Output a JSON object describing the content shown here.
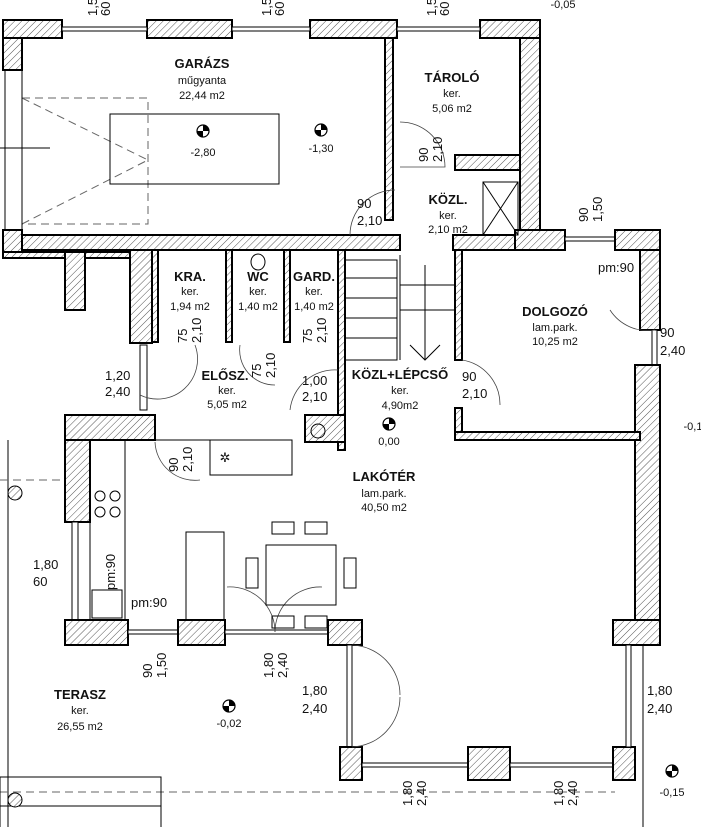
{
  "rooms": {
    "garazs": {
      "name": "GARÁZS",
      "floor": "műgyanta",
      "area": "22,44 m2"
    },
    "tarolo": {
      "name": "TÁROLÓ",
      "floor": "ker.",
      "area": "5,06 m2"
    },
    "kozl": {
      "name": "KÖZL.",
      "floor": "ker.",
      "area": "2,10 m2"
    },
    "kra": {
      "name": "KRA.",
      "floor": "ker.",
      "area": "1,94 m2"
    },
    "wc": {
      "name": "WC",
      "floor": "ker.",
      "area": "1,40 m2"
    },
    "gard": {
      "name": "GARD.",
      "floor": "ker.",
      "area": "1,40 m2"
    },
    "dolgozo": {
      "name": "DOLGOZÓ",
      "floor": "lam.park.",
      "area": "10,25 m2"
    },
    "elosz": {
      "name": "ELŐSZ.",
      "floor": "ker.",
      "area": "5,05 m2"
    },
    "kozl_lepcso": {
      "name": "KÖZL+LÉPCSŐ",
      "floor": "ker.",
      "area": "4,90m2"
    },
    "lakoter": {
      "name": "LAKÓTÉR",
      "floor": "lam.park.",
      "area": "40,50 m2"
    },
    "terasz": {
      "name": "TERASZ",
      "floor": "ker.",
      "area": "26,55 m2"
    }
  },
  "parapets": [
    "pm:90",
    "pm:90",
    "pm:90"
  ],
  "levels": [
    "-2,80",
    "-1,30",
    "0,00",
    "-0,02",
    "-0,15",
    "-0,05",
    "-0,1"
  ],
  "openings": {
    "top_win_1": [
      "1,5",
      "60"
    ],
    "top_win_2": [
      "1,5",
      "60"
    ],
    "top_win_3": [
      "1,5",
      "60"
    ],
    "garage_door": [
      "90",
      "2,10"
    ],
    "tarolo_door": [
      "90",
      "2,10"
    ],
    "kozl_win": [
      "90",
      "1,50"
    ],
    "kra_door": [
      "75",
      "2,10"
    ],
    "wc_door": [
      "75",
      "2,10"
    ],
    "gard_door": [
      "75",
      "2,10"
    ],
    "entry_door": [
      "1,20",
      "2,40"
    ],
    "stair_door": [
      "1,00",
      "2,10"
    ],
    "dolgozo_door": [
      "90",
      "2,10"
    ],
    "dolgozo_win": [
      "90",
      "2,40"
    ],
    "kitchen_door": [
      "90",
      "2,10"
    ],
    "kitchen_win": [
      "1,80",
      "60"
    ],
    "south_win_1": [
      "90",
      "1,50"
    ],
    "south_door_1": [
      "1,80",
      "2,40"
    ],
    "terrace_door": [
      "1,80",
      "2,40"
    ],
    "east_door": [
      "1,80",
      "2,40"
    ],
    "bottom_door_1": [
      "1,80",
      "2,40"
    ],
    "bottom_door_2": [
      "1,80",
      "2,40"
    ]
  }
}
